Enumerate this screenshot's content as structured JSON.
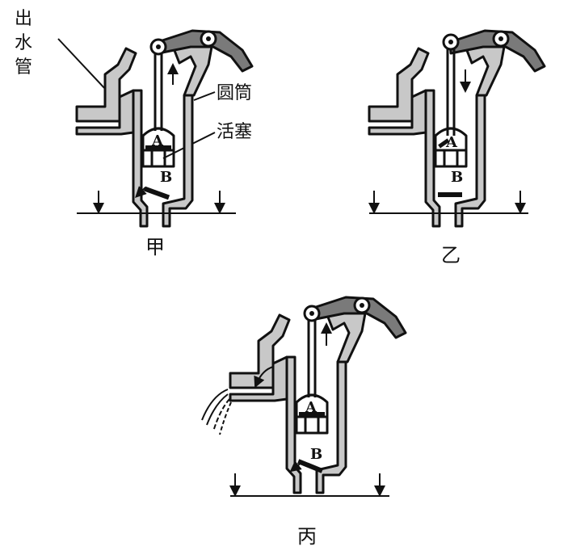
{
  "labels": {
    "outlet_pipe": "出水管",
    "cylinder": "圆筒",
    "piston": "活塞",
    "valve_a": "A",
    "valve_b": "B"
  },
  "panels": [
    {
      "id": "jia",
      "caption": "甲",
      "stroke": "up",
      "valve_a": "closed",
      "valve_b": "open"
    },
    {
      "id": "yi",
      "caption": "乙",
      "stroke": "down",
      "valve_a": "open",
      "valve_b": "closed"
    },
    {
      "id": "bing",
      "caption": "丙",
      "stroke": "up",
      "valve_a": "closed",
      "valve_b": "open",
      "water_out": true
    }
  ],
  "colors": {
    "pipe_fill": "#c8c8c8",
    "handle_fill": "#7a7a7a",
    "ink": "#111111"
  }
}
